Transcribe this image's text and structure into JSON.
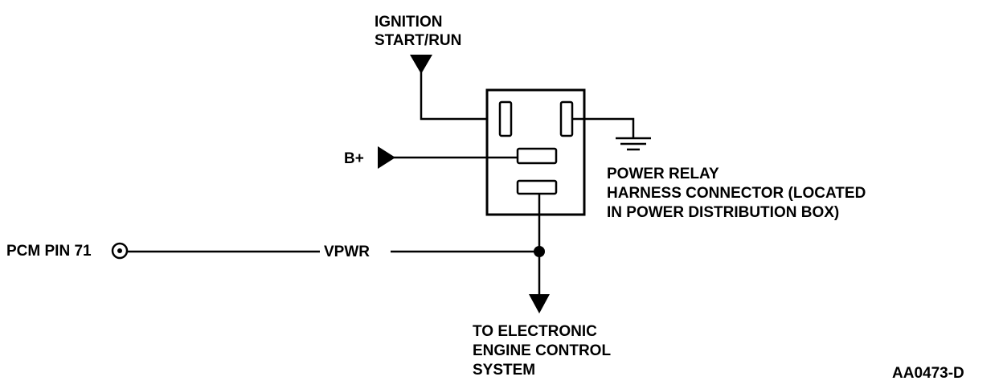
{
  "labels": {
    "ignition_line1": "IGNITION",
    "ignition_line2": "START/RUN",
    "bplus": "B+",
    "relay_line1": "POWER RELAY",
    "relay_line2": "HARNESS CONNECTOR (LOCATED",
    "relay_line3": "IN POWER DISTRIBUTION BOX)",
    "pcm_pin": "PCM PIN 71",
    "vpwr": "VPWR",
    "eec_line1": "TO ELECTRONIC",
    "eec_line2": "ENGINE CONTROL",
    "eec_line3": "SYSTEM",
    "figure_id": "AA0473-D"
  },
  "colors": {
    "ink": "#000000",
    "background": "#ffffff"
  },
  "icons": {
    "ground": "ground-symbol-icon",
    "arrow": "triangle-arrow-icon",
    "pin": "connector-pin-circle-icon",
    "junction": "junction-dot-icon"
  }
}
